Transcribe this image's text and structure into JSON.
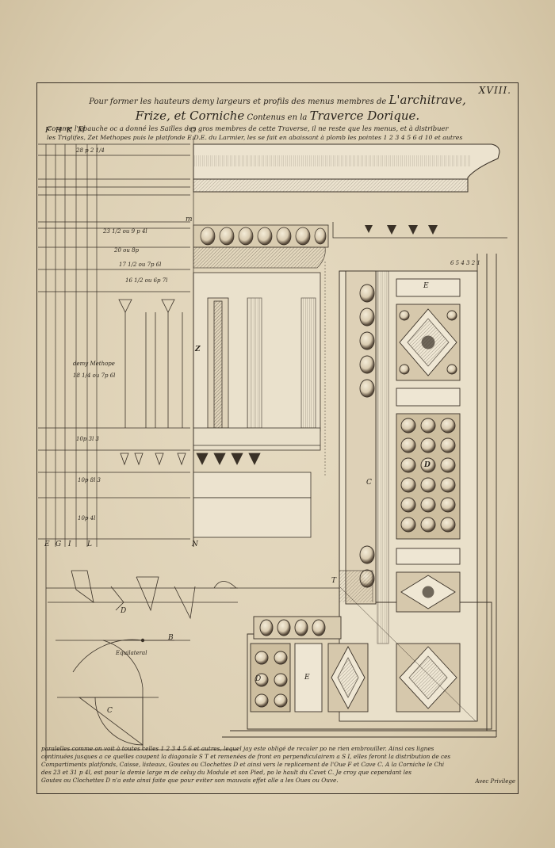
{
  "plate": {
    "number": "XVIII."
  },
  "title": {
    "line1_pre": "Pour former les hauteurs demy largeurs et profils des menus membres de",
    "line1_big": "L'architrave,",
    "line2_big": "Frize, et Corniche",
    "line2_mid": "Contenus en la",
    "line2_end": "Traverce Dorique."
  },
  "subtitle": {
    "line1": "Comme l'Ebauche oc a donné les Sailles des gros membres de cette Traverse, il ne reste que les menus, et à distribuer",
    "line2": "les Triglifes, Zet Methopes puis le platfonde E.D.E. du Larmier, les se fait en abaissant à plomb les pointes 1 2 3 4 5 6 d 10 et autres"
  },
  "letters": {
    "F": "F",
    "H": "H",
    "K": "K",
    "M": "M",
    "O": "O",
    "E": "E",
    "G": "G",
    "I": "I",
    "L": "L",
    "N": "N",
    "Z": "Z",
    "D": "D",
    "C": "C",
    "B": "B",
    "T": "T",
    "m": "m"
  },
  "labels": {
    "demy_methope": "demy Methope",
    "equilateral": "Equilateral",
    "fraction1": "28 p 2 1/4",
    "fraction2": "23 1/2 ou 9 p 4l",
    "fraction3": "20 ou 8p",
    "fraction4": "17 1/2 ou 7p 6l",
    "fraction5": "16 1/2 ou 6p 7l",
    "fraction6": "18 1/4 ou 7p 6l",
    "fraction7": "10p 3l 3",
    "fraction8": "10p 8l 3",
    "fraction9": "10p 4l",
    "scale_numbers": "6 5 4 3 2 1"
  },
  "footer": {
    "line1": "paralelles comme on voit à toutes celles 1 2 3 4 5 6 et autres, lequel jay este obligé de reculer po ne rien embrouiller. Ainsi ces lignes",
    "line2": "continuées jusques a ce quelles coupent la diagonale S T et remenées de front en perpendiculairem a S I, elles feront la distribution de ces",
    "line3": "Compartiments platfonds, Caisse, listeaux, Goutes ou Clochettes D et ainsi vers le replicement de l'Oue F et Cave C. A la Corniche le Chi",
    "line4": "des 23 et 31 p 4l, est pour la demie large m de celuy du Module et son Pied, po le hault du Cavet C. Je croy que cependant les",
    "line5": "Goutes ou Clochettes D n'a este ainsi faite que pour eviter son mauvais effet alle a les Oues ou Ouve.",
    "privilege": "Avec Privilege"
  }
}
